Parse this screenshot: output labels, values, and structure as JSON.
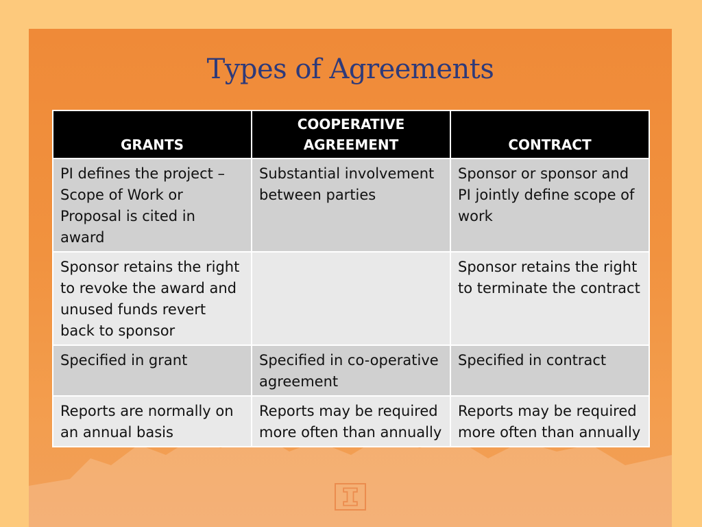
{
  "slide": {
    "title": "Types of Agreements"
  },
  "table": {
    "headers": [
      "GRANTS",
      "COOPERATIVE AGREEMENT",
      "CONTRACT"
    ],
    "rows": [
      [
        "PI defines the project – Scope of Work or Proposal is cited in award",
        "Substantial involvement between parties",
        "Sponsor or sponsor and PI jointly define scope of work"
      ],
      [
        "Sponsor retains the right to revoke the award and unused funds revert back to sponsor",
        "",
        "Sponsor retains the right to terminate the contract"
      ],
      [
        "Specified in grant",
        "Specified in co-operative agreement",
        "Specified in contract"
      ],
      [
        "Reports are normally on an annual basis",
        "Reports may be required more often than annually",
        "Reports may be required more often than annually"
      ]
    ]
  },
  "colors": {
    "page_background": "#fdc97c",
    "slide_background": "#ef8a38",
    "title_color": "#2e3a7a",
    "header_background": "#000000",
    "row_dark": "#d0d0d0",
    "row_light": "#e9e9e9"
  },
  "icons": {
    "watermark_logo": "block-i-logo",
    "background_image": "campus-silhouette"
  }
}
